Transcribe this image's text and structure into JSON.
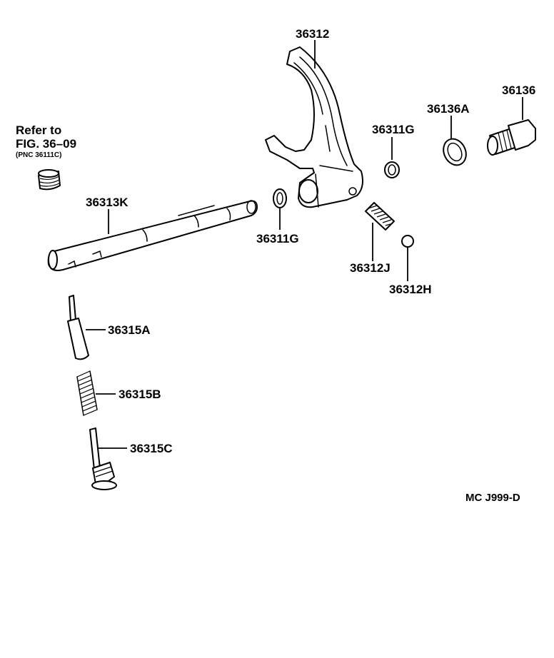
{
  "labels": {
    "shift_fork": "36312",
    "plug": "36136",
    "gasket": "36136A",
    "snap_ring_upper": "36311G",
    "snap_ring_lower": "36311G",
    "shift_shaft": "36313K",
    "spring_fork": "36312J",
    "ball": "36312H",
    "pin_upper": "36315A",
    "spring_lower": "36315B",
    "pin_lower": "36315C"
  },
  "reference_note": {
    "line1": "Refer to",
    "line2": "FIG. 36–09",
    "line3": "(PNC 36111C)"
  },
  "diagram_code": "MC J999-D"
}
